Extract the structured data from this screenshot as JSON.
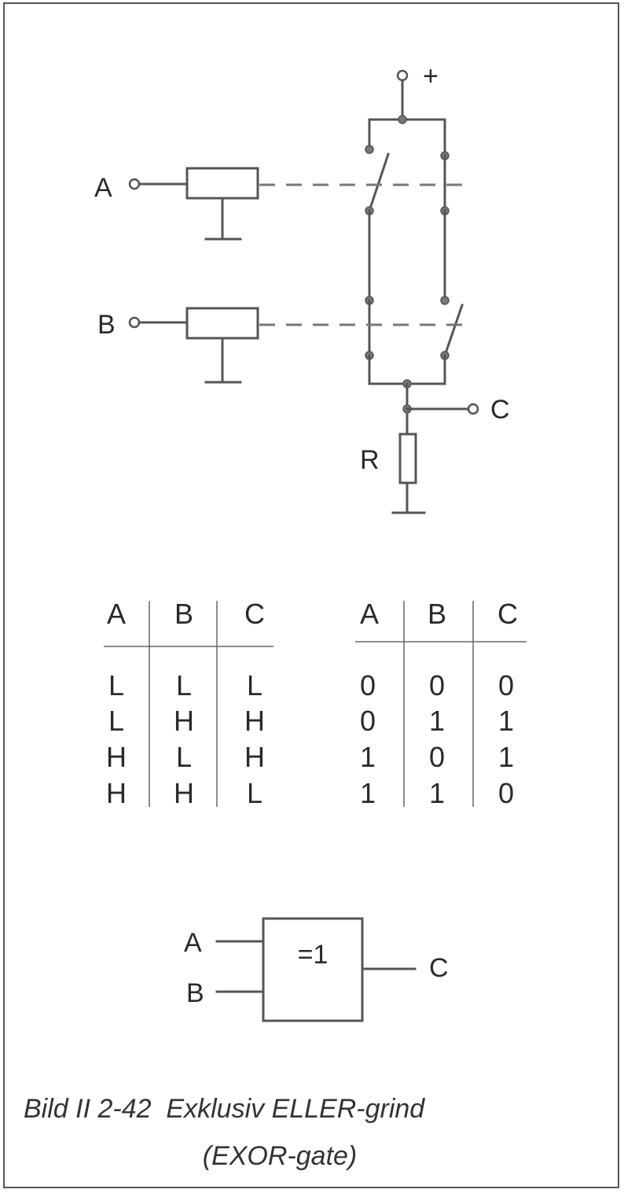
{
  "circuit": {
    "supply_label": "+",
    "input_a_label": "A",
    "input_b_label": "B",
    "output_label": "C",
    "resistor_label": "R"
  },
  "truth_table_lh": {
    "headers": [
      "A",
      "B",
      "C"
    ],
    "rows": [
      [
        "L",
        "L",
        "L"
      ],
      [
        "L",
        "H",
        "H"
      ],
      [
        "H",
        "L",
        "H"
      ],
      [
        "H",
        "H",
        "L"
      ]
    ]
  },
  "truth_table_01": {
    "headers": [
      "A",
      "B",
      "C"
    ],
    "rows": [
      [
        "0",
        "0",
        "0"
      ],
      [
        "0",
        "1",
        "1"
      ],
      [
        "1",
        "0",
        "1"
      ],
      [
        "1",
        "1",
        "0"
      ]
    ]
  },
  "gate_symbol": {
    "function_label": "=1",
    "input_a_label": "A",
    "input_b_label": "B",
    "output_label": "C"
  },
  "caption": {
    "line1": "Bild II 2-42  Exklusiv ELLER-grind",
    "line2": "(EXOR-gate)"
  }
}
